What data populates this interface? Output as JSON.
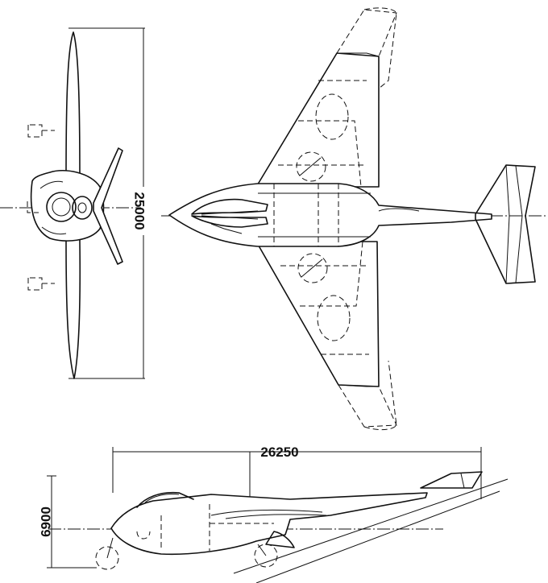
{
  "dimensions": {
    "span": "25000",
    "length": "26250",
    "height": "6900"
  }
}
